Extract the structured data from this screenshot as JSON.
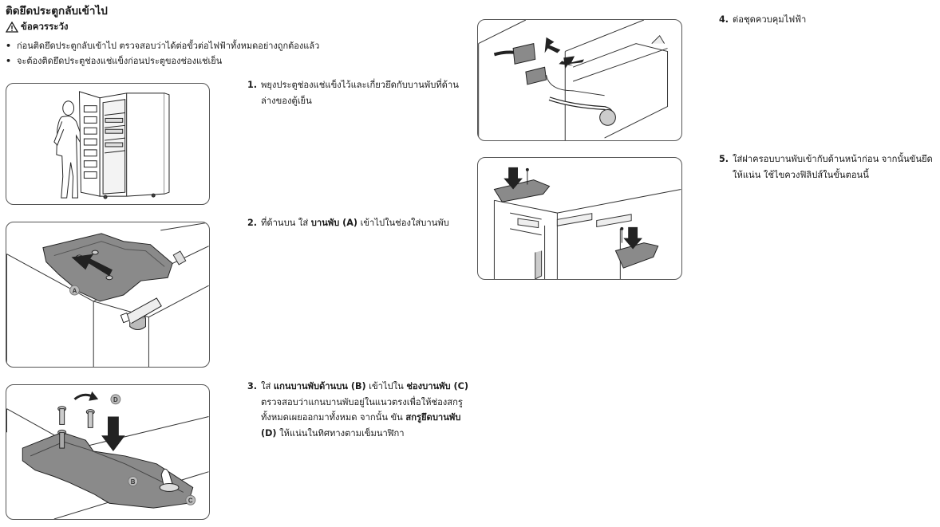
{
  "title": "ติดยึดประตูกลับเข้าไป",
  "caution": {
    "icon": "warning-triangle-icon",
    "label": "ข้อควรระวัง"
  },
  "bullets": [
    "ก่อนติดยึดประตูกลับเข้าไป ตรวจสอบว่าได้ต่อขั้วต่อไฟฟ้าทั้งหมดอย่างถูกต้องแล้ว",
    "จะต้องติดยึดประตูช่องแช่แข็งก่อนประตูของช่องแช่เย็น"
  ],
  "steps": {
    "s1": {
      "num": "1.",
      "text": "พยุงประตูช่องแช่แข็งไว้และเกี่ยวยึดกับบานพับที่ด้านล่างของตู้เย็น"
    },
    "s2": {
      "num": "2.",
      "t1": "ที่ด้านบน ใส่ ",
      "b1": "บานพับ (A)",
      "t2": " เข้าไปในช่องใส่บานพับ"
    },
    "s3": {
      "num": "3.",
      "t1": "ใส่ ",
      "b1": "แกนบานพับด้านบน (B)",
      "t2": " เข้าไปใน ",
      "b2": "ช่องบานพับ (C)",
      "t3": " ตรวจสอบว่าแกนบานพับอยู่ในแนวตรงเพื่อให้ช่องสกรูทั้งหมดเผยออกมาทั้งหมด จากนั้น ขัน ",
      "b3": "สกรูยึดบานพับ (D)",
      "t4": " ให้แน่นในทิศทางตามเข็มนาฬิกา"
    },
    "s4": {
      "num": "4.",
      "text": "ต่อชุดควบคุมไฟฟ้า"
    },
    "s5": {
      "num": "5.",
      "text": "ใส่ฝาครอบบานพับเข้ากับด้านหน้าก่อน จากนั้นขันยึดให้แน่น ใช้ไขควงฟิลิปส์ในขั้นตอนนี้"
    }
  },
  "figure_labels": {
    "a": "A",
    "b": "B",
    "c": "C",
    "d": "D"
  }
}
